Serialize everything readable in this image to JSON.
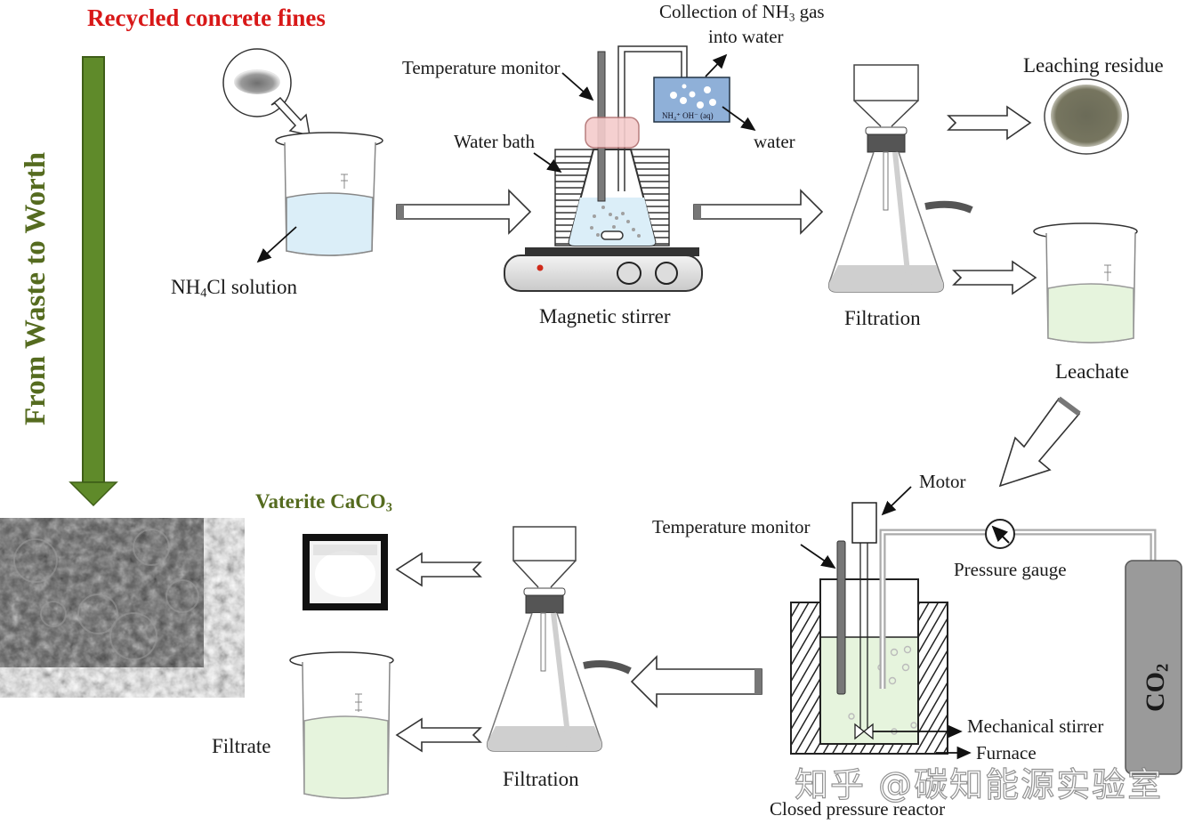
{
  "diagram": {
    "title": "Recycled concrete fines",
    "side_label": "From Waste to Worth",
    "product_label": {
      "text": "Vaterite CaCO",
      "sub": "3"
    },
    "colors": {
      "title_red": "#d81818",
      "green": "#556b1f",
      "green_arrow": "#5f8a2a",
      "solution_blue": "#dbeef8",
      "solution_green": "#e6f4dd",
      "gas_box_blue": "#8fb0d8",
      "stopper_pink": "#f4cccc",
      "cylinder_gray": "#9a9a9a"
    },
    "stage1": {
      "beaker_label": {
        "pre": "NH",
        "sub": "4",
        "post": "Cl solution"
      },
      "temperature_monitor": "Temperature monitor",
      "water_bath": "Water bath",
      "gas_collection": {
        "line1_pre": "Collection of NH",
        "line1_sub": "3",
        "line1_post": " gas",
        "line2": "into water"
      },
      "gas_box_text": "NH₄⁺ OH⁻ (aq)",
      "water": "water",
      "stirrer": "Magnetic stirrer"
    },
    "stage2": {
      "filtration": "Filtration",
      "residue": "Leaching residue",
      "leachate": "Leachate"
    },
    "stage3": {
      "motor": "Motor",
      "temperature_monitor": "Temperature monitor",
      "pressure_gauge": "Pressure gauge",
      "mechanical_stirrer": "Mechanical stirrer",
      "furnace": "Furnace",
      "reactor": "Closed pressure reactor",
      "cylinder": {
        "pre": "CO",
        "sub": "2"
      }
    },
    "stage4": {
      "filtration": "Filtration",
      "filtrate": "Filtrate"
    },
    "watermark": "知乎 @碳知能源实验室"
  }
}
